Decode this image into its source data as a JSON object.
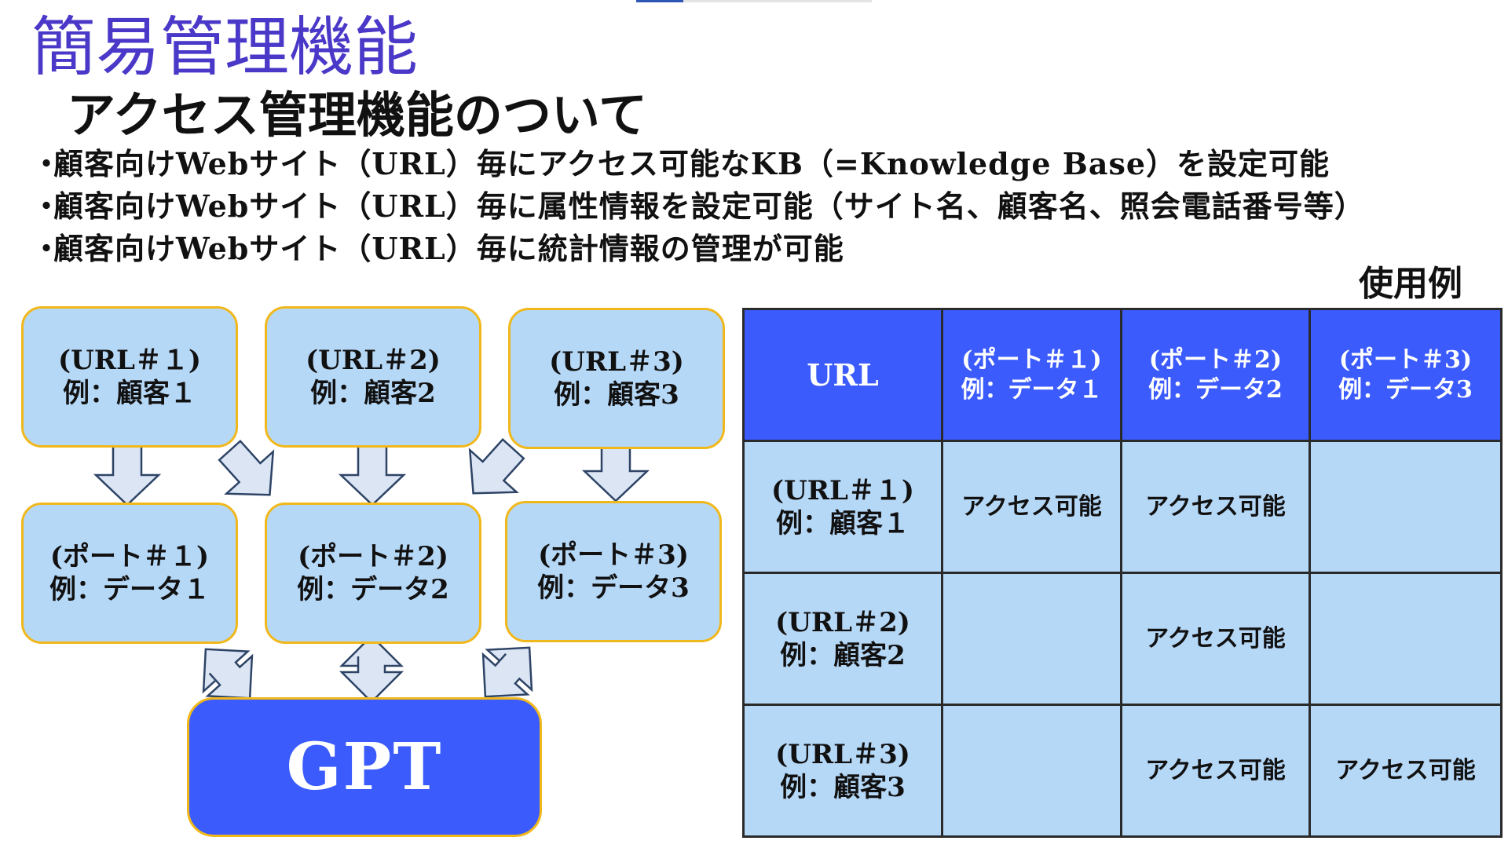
{
  "title": "簡易管理機能",
  "subtitle": "アクセス管理機能のついて",
  "bullets": [
    "顧客向けWebサイト（URL）毎にアクセス可能なKB（=Knowledge Base）を設定可能",
    "顧客向けWebサイト（URL）毎に属性情報を設定可能（サイト名、顧客名、照会電話番号等）",
    "顧客向けWebサイト（URL）毎に統計情報の管理が可能"
  ],
  "bullet_marker": "・",
  "example_label": "使用例",
  "diagram": {
    "urls": [
      {
        "line1": "(URL＃１)",
        "line2": "例：顧客１"
      },
      {
        "line1": "(URL＃2)",
        "line2": "例：顧客2"
      },
      {
        "line1": "(URL＃3)",
        "line2": "例：顧客3"
      }
    ],
    "ports": [
      {
        "line1": "(ポート＃１)",
        "line2": "例：データ１"
      },
      {
        "line1": "(ポート＃2)",
        "line2": "例：データ2"
      },
      {
        "line1": "(ポート＃3)",
        "line2": "例：データ3"
      }
    ],
    "gpt": "GPT"
  },
  "table": {
    "corner": "URL",
    "columns": [
      {
        "line1": "(ポート＃１)",
        "line2": "例：データ１"
      },
      {
        "line1": "(ポート＃2)",
        "line2": "例：データ2"
      },
      {
        "line1": "(ポート＃3)",
        "line2": "例：データ3"
      }
    ],
    "rows": [
      {
        "line1": "(URL＃１)",
        "line2": "例：顧客１",
        "cells": [
          "アクセス可能",
          "アクセス可能",
          ""
        ]
      },
      {
        "line1": "(URL＃2)",
        "line2": "例：顧客2",
        "cells": [
          "",
          "アクセス可能",
          ""
        ]
      },
      {
        "line1": "(URL＃3)",
        "line2": "例：顧客3",
        "cells": [
          "",
          "アクセス可能",
          "アクセス可能"
        ]
      }
    ]
  },
  "colors": {
    "title": "#4a38c8",
    "node_fill": "#b6d8f7",
    "node_border": "#f1b81c",
    "gpt_fill": "#3b5bfd",
    "table_header": "#3b5bfd",
    "arrow_fill": "#dbe5f4",
    "arrow_stroke": "#2e4466"
  }
}
